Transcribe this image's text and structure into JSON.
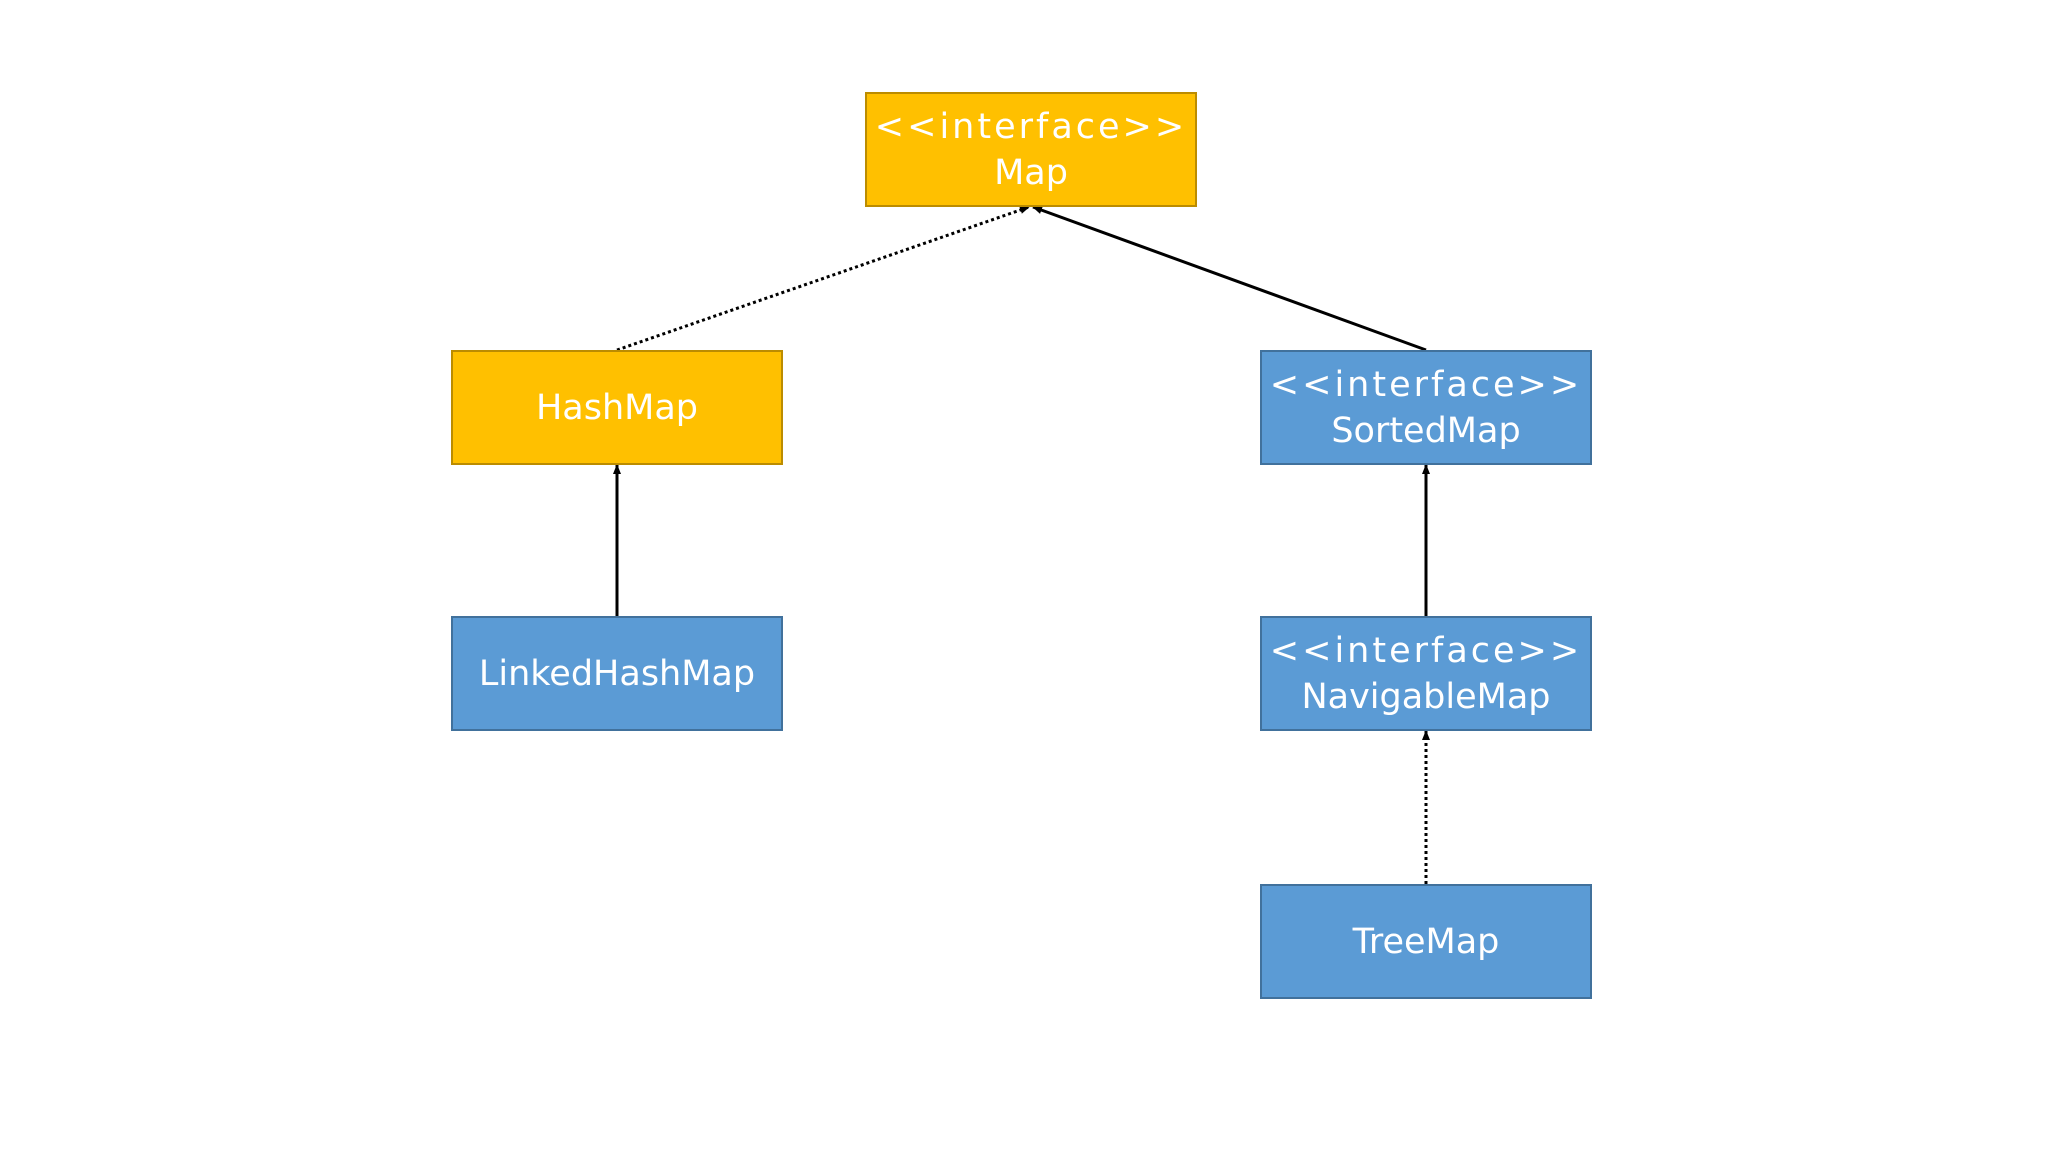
{
  "colors": {
    "interface_fill": "#ffc000",
    "interface_border": "#bc8c00",
    "class_fill": "#5b9bd5",
    "class_border": "#41719c",
    "text": "#ffffff",
    "edge": "#000000"
  },
  "nodes": {
    "map": {
      "stereotype": "<<interface>>",
      "name": "Map"
    },
    "hashmap": {
      "stereotype": "",
      "name": "HashMap"
    },
    "sortedmap": {
      "stereotype": "<<interface>>",
      "name": "SortedMap"
    },
    "linkedhashmap": {
      "stereotype": "",
      "name": "LinkedHashMap"
    },
    "navigablemap": {
      "stereotype": "<<interface>>",
      "name": "NavigableMap"
    },
    "treemap": {
      "stereotype": "",
      "name": "TreeMap"
    }
  },
  "edges": [
    {
      "from": "hashmap",
      "to": "map",
      "style": "dotted"
    },
    {
      "from": "sortedmap",
      "to": "map",
      "style": "solid"
    },
    {
      "from": "linkedhashmap",
      "to": "hashmap",
      "style": "solid"
    },
    {
      "from": "navigablemap",
      "to": "sortedmap",
      "style": "solid"
    },
    {
      "from": "treemap",
      "to": "navigablemap",
      "style": "dotted"
    }
  ]
}
